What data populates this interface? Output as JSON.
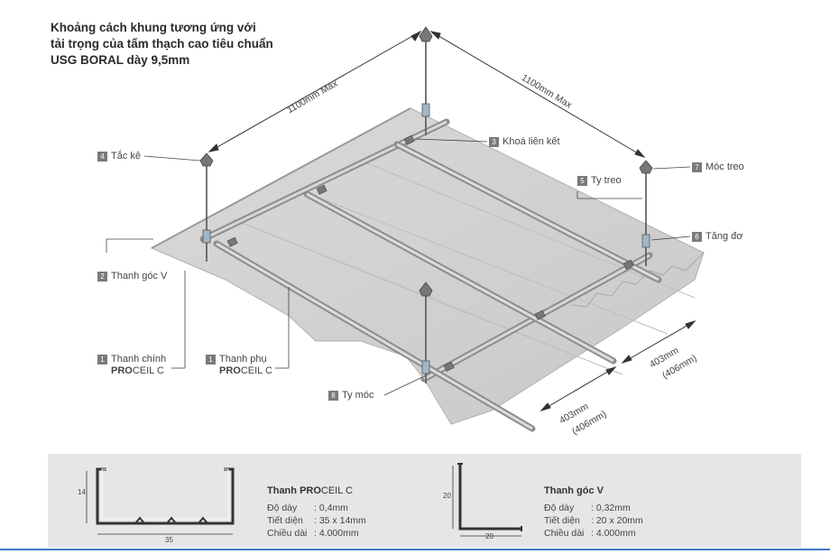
{
  "title": {
    "line1": "Khoảng cách khung tương ứng với",
    "line2": "tải trọng của tấm thạch cao tiêu chuẩn",
    "line3": "USG BORAL dày 9,5mm"
  },
  "dimensions": {
    "left_max": "1100mm Max",
    "right_max": "1100mm Max",
    "spacing_a": "403mm",
    "spacing_a_alt": "(406mm)",
    "spacing_b": "403mm",
    "spacing_b_alt": "(406mm)"
  },
  "callouts": {
    "tac_ke": {
      "num": "4",
      "label": "Tắc kê"
    },
    "khoa_lien_ket": {
      "num": "3",
      "label": "Khoá liên kết"
    },
    "ty_treo": {
      "num": "5",
      "label": "Ty treo"
    },
    "moc_treo": {
      "num": "7",
      "label": "Móc treo"
    },
    "tang_do": {
      "num": "6",
      "label": "Tăng đơ"
    },
    "thanh_goc_v": {
      "num": "2",
      "label": "Thanh góc V"
    },
    "thanh_chinh": {
      "num": "1",
      "label": "Thanh chính",
      "brand_bold": "PRO",
      "brand_rest": "CEIL C"
    },
    "thanh_phu": {
      "num": "1",
      "label": "Thanh phụ",
      "brand_bold": "PRO",
      "brand_rest": "CEIL C"
    },
    "ty_moc": {
      "num": "8",
      "label": "Ty móc"
    }
  },
  "specs": {
    "proceil": {
      "title_pre": "Thanh ",
      "title_bold": "PRO",
      "title_rest": "CEIL C",
      "dim_height": "14",
      "dim_width": "35",
      "rows": [
        {
          "k": "Độ dày",
          "v": ": 0,4mm"
        },
        {
          "k": "Tiết diện",
          "v": ": 35 x 14mm"
        },
        {
          "k": "Chiều dài",
          "v": ": 4.000mm"
        }
      ]
    },
    "goc_v": {
      "title": "Thanh góc V",
      "dim_height": "20",
      "dim_width": "20",
      "rows": [
        {
          "k": "Độ dày",
          "v": ": 0,32mm"
        },
        {
          "k": "Tiết diện",
          "v": ": 20 x 20mm"
        },
        {
          "k": "Chiều dài",
          "v": ": 4.000mm"
        }
      ]
    }
  }
}
